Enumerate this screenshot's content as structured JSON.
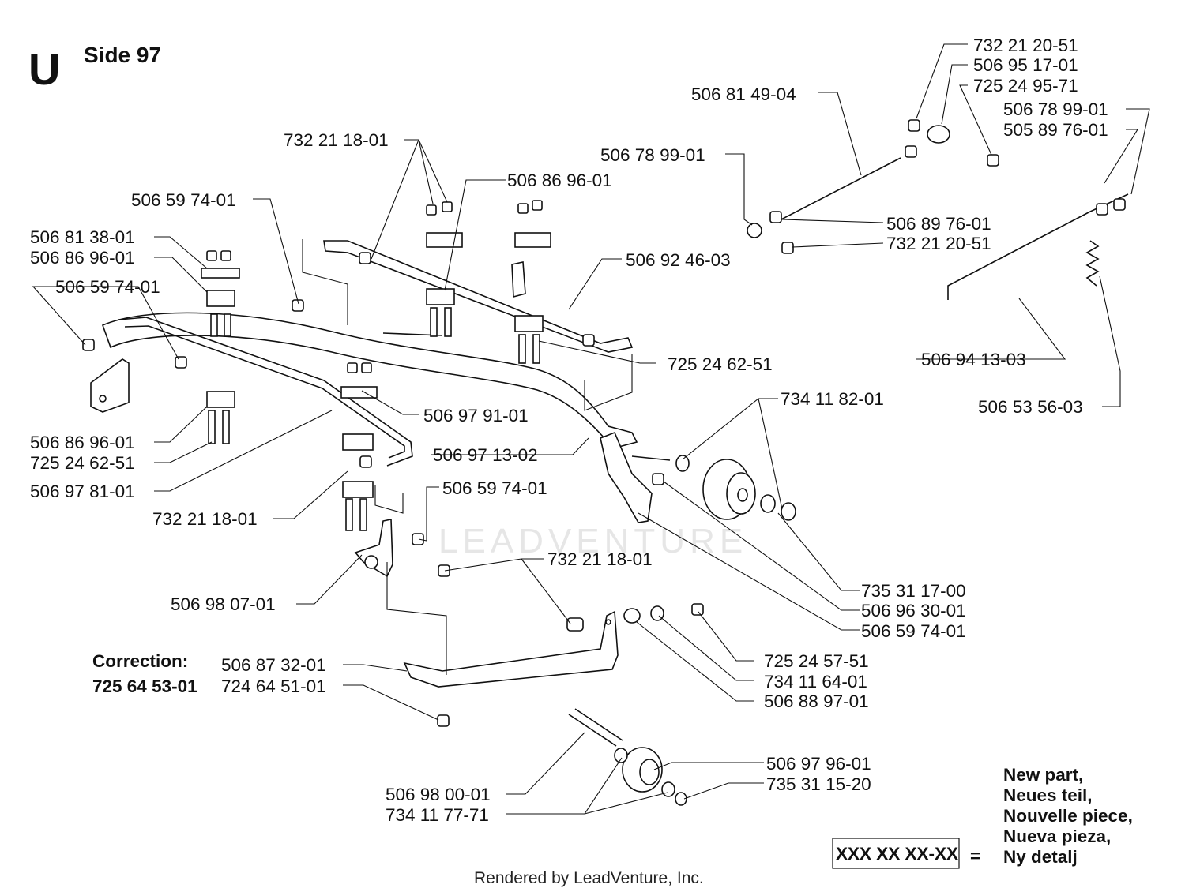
{
  "page": {
    "letter": "U",
    "title": "Side 97"
  },
  "labels": [
    "732 21 20-51",
    "506 95 17-01",
    "725 24 95-71",
    "506 81 49-04",
    "506 78 99-01",
    "505 89 76-01",
    "732 21 18-01",
    "506 78 99-01",
    "506 86 96-01",
    "506 59 74-01",
    "506 89 76-01",
    "732 21 20-51",
    "506 81 38-01",
    "506 86 96-01",
    "506 92 46-03",
    "506 59 74-01",
    "725 24 62-51",
    "506 94 13-03",
    "734 11 82-01",
    "506 97 91-01",
    "506 53 56-03",
    "506 86 96-01",
    "725 24 62-51",
    "506 97 13-02",
    "506 97 81-01",
    "506 59 74-01",
    "732 21 18-01",
    "735 31 17-00",
    "506 98 07-01",
    "732 21 18-01",
    "506 96 30-01",
    "506 59 74-01",
    "506 87 32-01",
    "725 24 57-51",
    "724 64 51-01",
    "734 11 64-01",
    "506 88 97-01",
    "506 97 96-01",
    "735 31 15-20",
    "506 98 00-01",
    "734 11 77-71"
  ],
  "correction": {
    "heading": "Correction:",
    "part": "725 64 53-01"
  },
  "legend": {
    "box": "XXX XX XX-XX",
    "equals": "=",
    "lines": [
      "New part,",
      "Neues teil,",
      "Nouvelle piece,",
      "Nueva pieza,",
      "Ny detalj"
    ]
  },
  "watermark": "LEADVENTURE",
  "footer": "Rendered by LeadVenture, Inc."
}
